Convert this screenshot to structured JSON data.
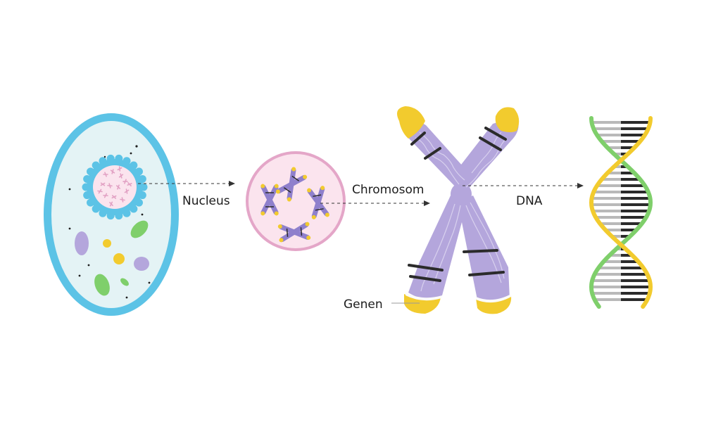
{
  "labels": {
    "nucleus": "Nucleus",
    "chromosom": "Chromosom",
    "dna": "DNA",
    "genen": "Genen"
  },
  "colors": {
    "cell_membrane": "#5cc3e6",
    "cytoplasm": "#e4f3f5",
    "nucleus_fill": "#fbe4ee",
    "nucleus_border": "#e4a6c8",
    "chromosome": "#b4a6dc",
    "chromosome_band": "#2b2b2b",
    "telomere": "#f2cb2e",
    "organelle_green": "#7fcf6b",
    "organelle_purple": "#b4a6dc",
    "organelle_yellow": "#f2cb2e",
    "dna_strand_green": "#7fcf6b",
    "dna_strand_yellow": "#f2cb2e",
    "base_pair_dark": "#2b2b2b",
    "base_pair_light": "#b9b9b9",
    "arrow": "#333333"
  }
}
